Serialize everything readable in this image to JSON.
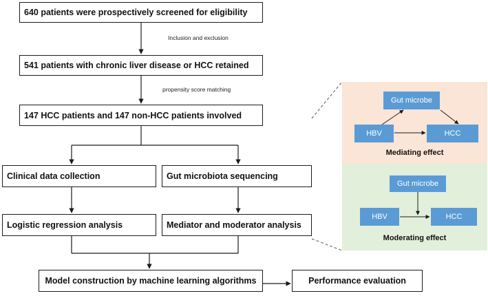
{
  "flow": {
    "screened": "640 patients were  prospectively screened for eligibility",
    "step1_label": "Inclusion  and exclusion",
    "retained": "541 patients with chronic liver disease or HCC retained",
    "step2_label": "propensity score matching",
    "involved": "147 HCC patients and 147 non-HCC patients involved",
    "clinical": "Clinical data collection",
    "gut_seq": "Gut microbiota sequencing",
    "logistic": "Logistic regression analysis",
    "mediator": "Mediator and moderator analysis",
    "model": "Model construction by machine learning algorithms",
    "performance": "Performance evaluation"
  },
  "mediating_panel": {
    "gut": "Gut microbe",
    "hbv": "HBV",
    "hcc": "HCC",
    "caption": "Mediating effect"
  },
  "moderating_panel": {
    "gut": "Gut microbe",
    "hbv": "HBV",
    "hcc": "HCC",
    "caption": "Moderating effect"
  },
  "colors": {
    "node_fill": "#5b9bd5",
    "mediating_bg": "#fbe5d6",
    "moderating_bg": "#e2efda",
    "line": "#1a1a1a"
  }
}
